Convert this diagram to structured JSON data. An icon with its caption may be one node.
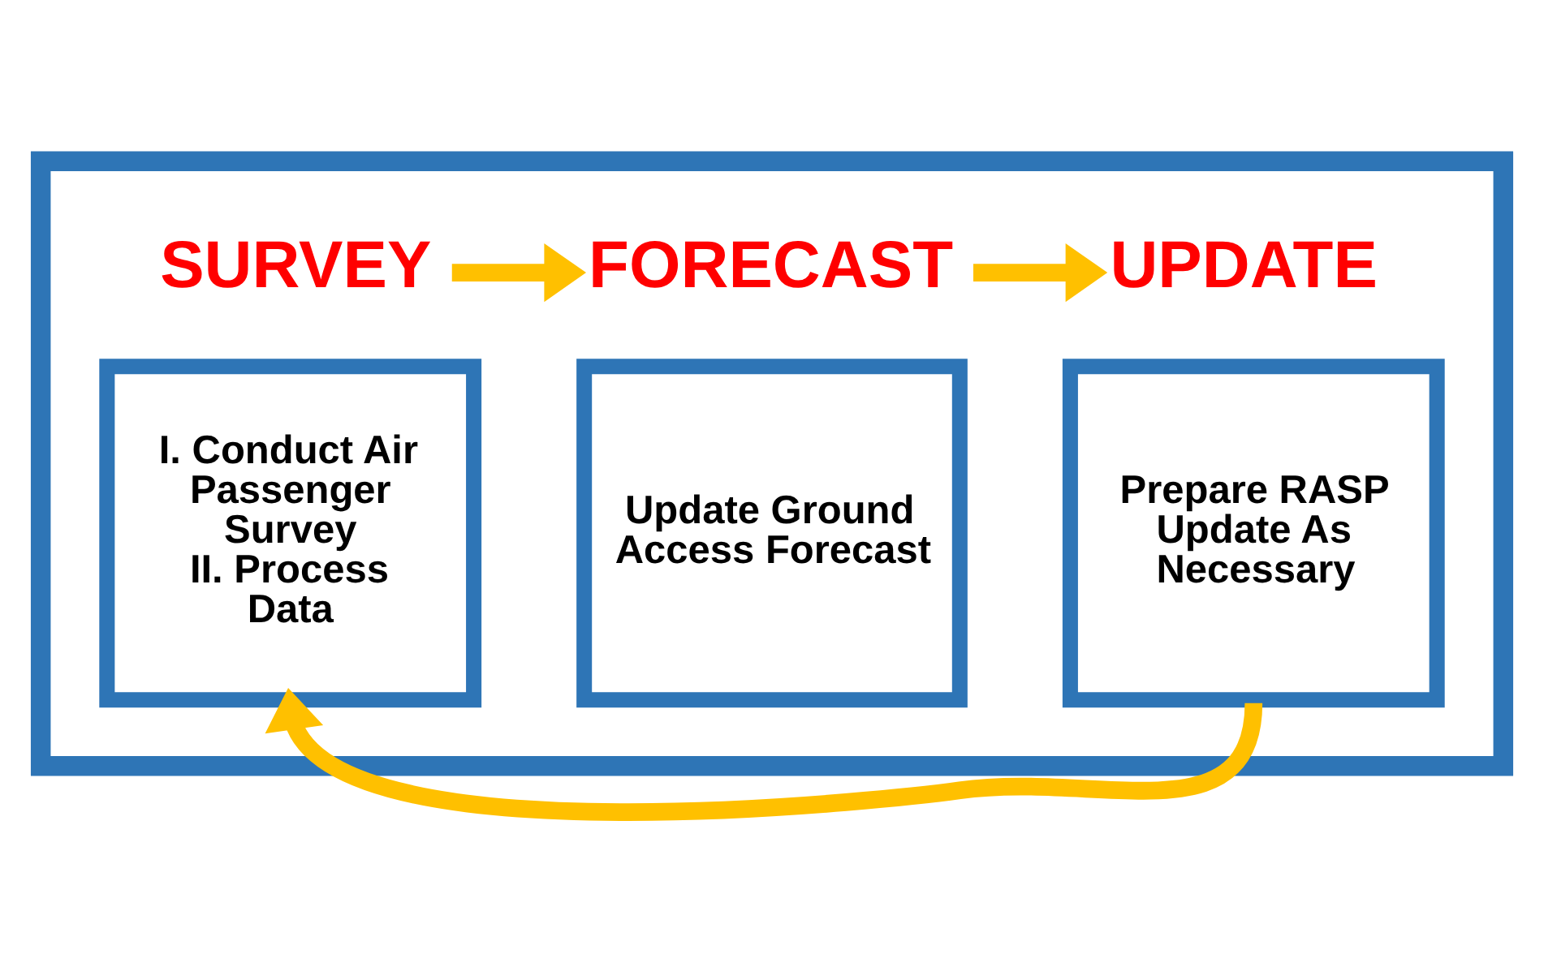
{
  "diagram": {
    "nodes": [
      {
        "text": [],
        "shape": "box"
      },
      {
        "text": [
          "SURVEY"
        ],
        "in": 0
      },
      {
        "text": [
          "FORECAST"
        ],
        "in": 0
      },
      {
        "text": [
          "UPDATE"
        ],
        "in": 0
      },
      {
        "text": [
          "I. Conduct Air Passenger Survey",
          "II. Process Data"
        ],
        "in": 0
      },
      {
        "text": [
          "Update Ground Access Forecast"
        ],
        "in": 0
      },
      {
        "text": [
          "Prepare RASP Update As Necessary"
        ],
        "in": 0
      }
    ],
    "edges": [
      {
        "from": 1,
        "to": 2,
        "arrow": "to"
      },
      {
        "from": 2,
        "to": 3,
        "arrow": "to"
      },
      {
        "from": 6,
        "to": 4,
        "arrow": "to"
      }
    ]
  }
}
